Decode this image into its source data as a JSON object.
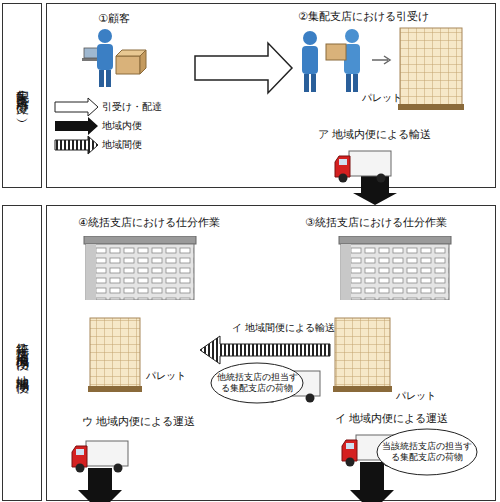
{
  "diagram": {
    "nodes": [
      {
        "text": [
          "集配支店（引受け）"
        ]
      },
      {
        "text": [
          "統括支店（地域内便、地域間便）"
        ]
      },
      {
        "text": [
          "他統括支店の担当する集配支店の荷物"
        ],
        "in": 1
      },
      {
        "text": [
          "当該統括支店の担当する集配支店の荷物"
        ],
        "in": 1
      }
    ],
    "edges": [
      {
        "from": 0,
        "to": 1,
        "arrow": "to"
      }
    ],
    "labels": [
      "①顧客",
      "②集配支店における引受け",
      "パレット",
      "ア 地域内便による輸送",
      "④統括支店における仕分作業",
      "③統括支店における仕分作業",
      "イ 地域間便による輸送",
      "パレット",
      "パレット",
      "ウ 地域内便による運送",
      "イ 地域内便による運送"
    ],
    "legend": [
      {
        "text": "引受け・配達"
      },
      {
        "text": "地域内便"
      },
      {
        "text": "地域間便"
      }
    ]
  }
}
